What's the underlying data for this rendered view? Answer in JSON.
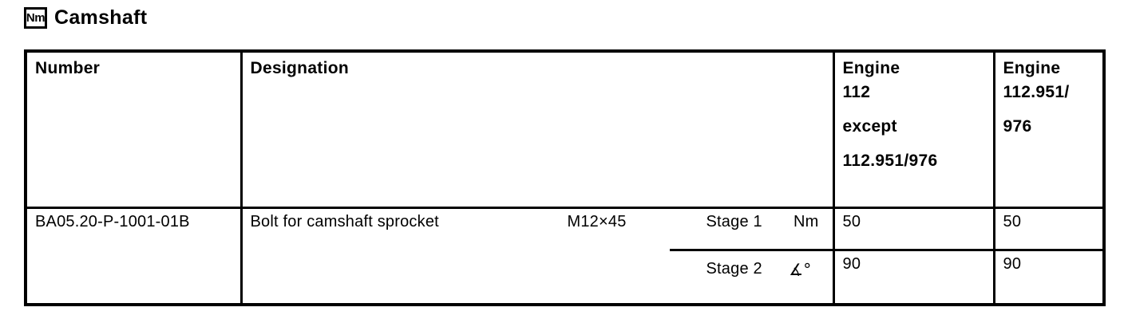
{
  "title": {
    "icon": "Nm",
    "label": "Camshaft"
  },
  "table": {
    "header": {
      "number": "Number",
      "designation": "Designation",
      "engine_left": {
        "p1": "Engine\n112",
        "p2": "except",
        "p3": "112.951/976"
      },
      "engine_right": {
        "p1": "Engine\n112.951/",
        "p2": "976"
      }
    },
    "row": {
      "number": "BA05.20-P-1001-01B",
      "designation": "Bolt for camshaft sprocket",
      "size": "M12×45",
      "stage1": {
        "label": "Stage 1",
        "unit": "Nm",
        "engine_left": "50",
        "engine_right": "50"
      },
      "stage2": {
        "label": "Stage 2",
        "unit": "∡°",
        "engine_left": "90",
        "engine_right": "90"
      }
    }
  },
  "colors": {
    "background": "#ffffff",
    "text": "#000000",
    "border": "#000000"
  }
}
